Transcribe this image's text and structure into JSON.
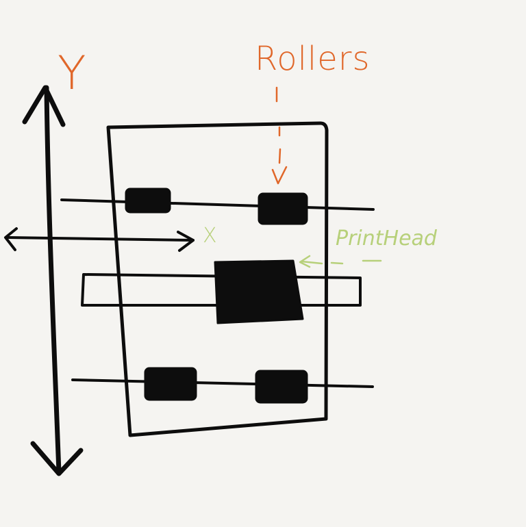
{
  "labels": {
    "y_axis": "Y",
    "x_axis": "X",
    "rollers": "Rollers",
    "print_head": "PrintHead"
  },
  "colors": {
    "background": "#f5f4f1",
    "ink": "#0d0d0d",
    "rollers_annotation": "#e0672a",
    "x_annotation": "#b7d07a",
    "print_head_annotation": "#b7d07a"
  }
}
